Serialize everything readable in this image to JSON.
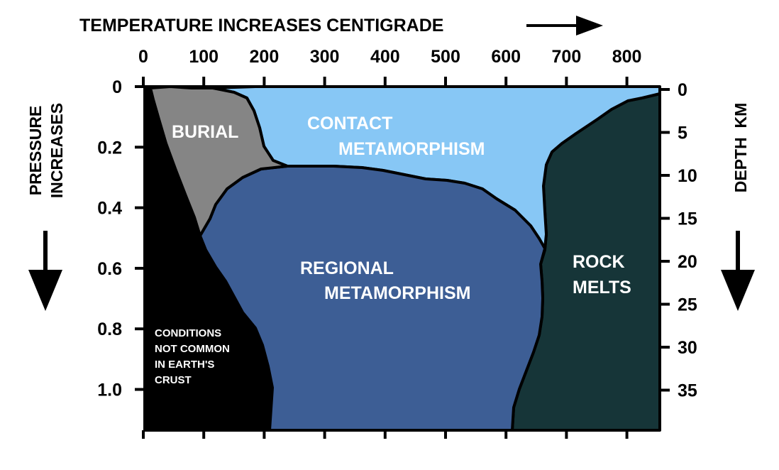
{
  "top_axis": {
    "title": "TEMPERATURE INCREASES CENTIGRADE",
    "ticks": [
      "0",
      "100",
      "200",
      "300",
      "400",
      "500",
      "600",
      "700",
      "800"
    ]
  },
  "left_axis": {
    "title_line1": "PRESSURE",
    "title_line2": "INCREASES",
    "ticks": [
      "0",
      "0.2",
      "0.4",
      "0.6",
      "0.8",
      "1.0"
    ]
  },
  "right_axis": {
    "title": "DEPTH  KM",
    "ticks": [
      "0",
      "5",
      "10",
      "15",
      "20",
      "25",
      "30",
      "35"
    ]
  },
  "regions": {
    "burial": "BURIAL",
    "contact_line1": "CONTACT",
    "contact_line2": "METAMORPHISM",
    "regional_line1": "REGIONAL",
    "regional_line2": "METAMORPHISM",
    "melt_line1": "ROCK",
    "melt_line2": "MELTS",
    "uncommon_line1": "CONDITIONS",
    "uncommon_line2": "NOT COMMON",
    "uncommon_line3": "IN EARTH'S",
    "uncommon_line4": "CRUST"
  },
  "colors": {
    "burial": "#858585",
    "contact": "#87c7f5",
    "regional": "#3d5e95",
    "melt": "#163538",
    "uncommon": "#000000"
  }
}
